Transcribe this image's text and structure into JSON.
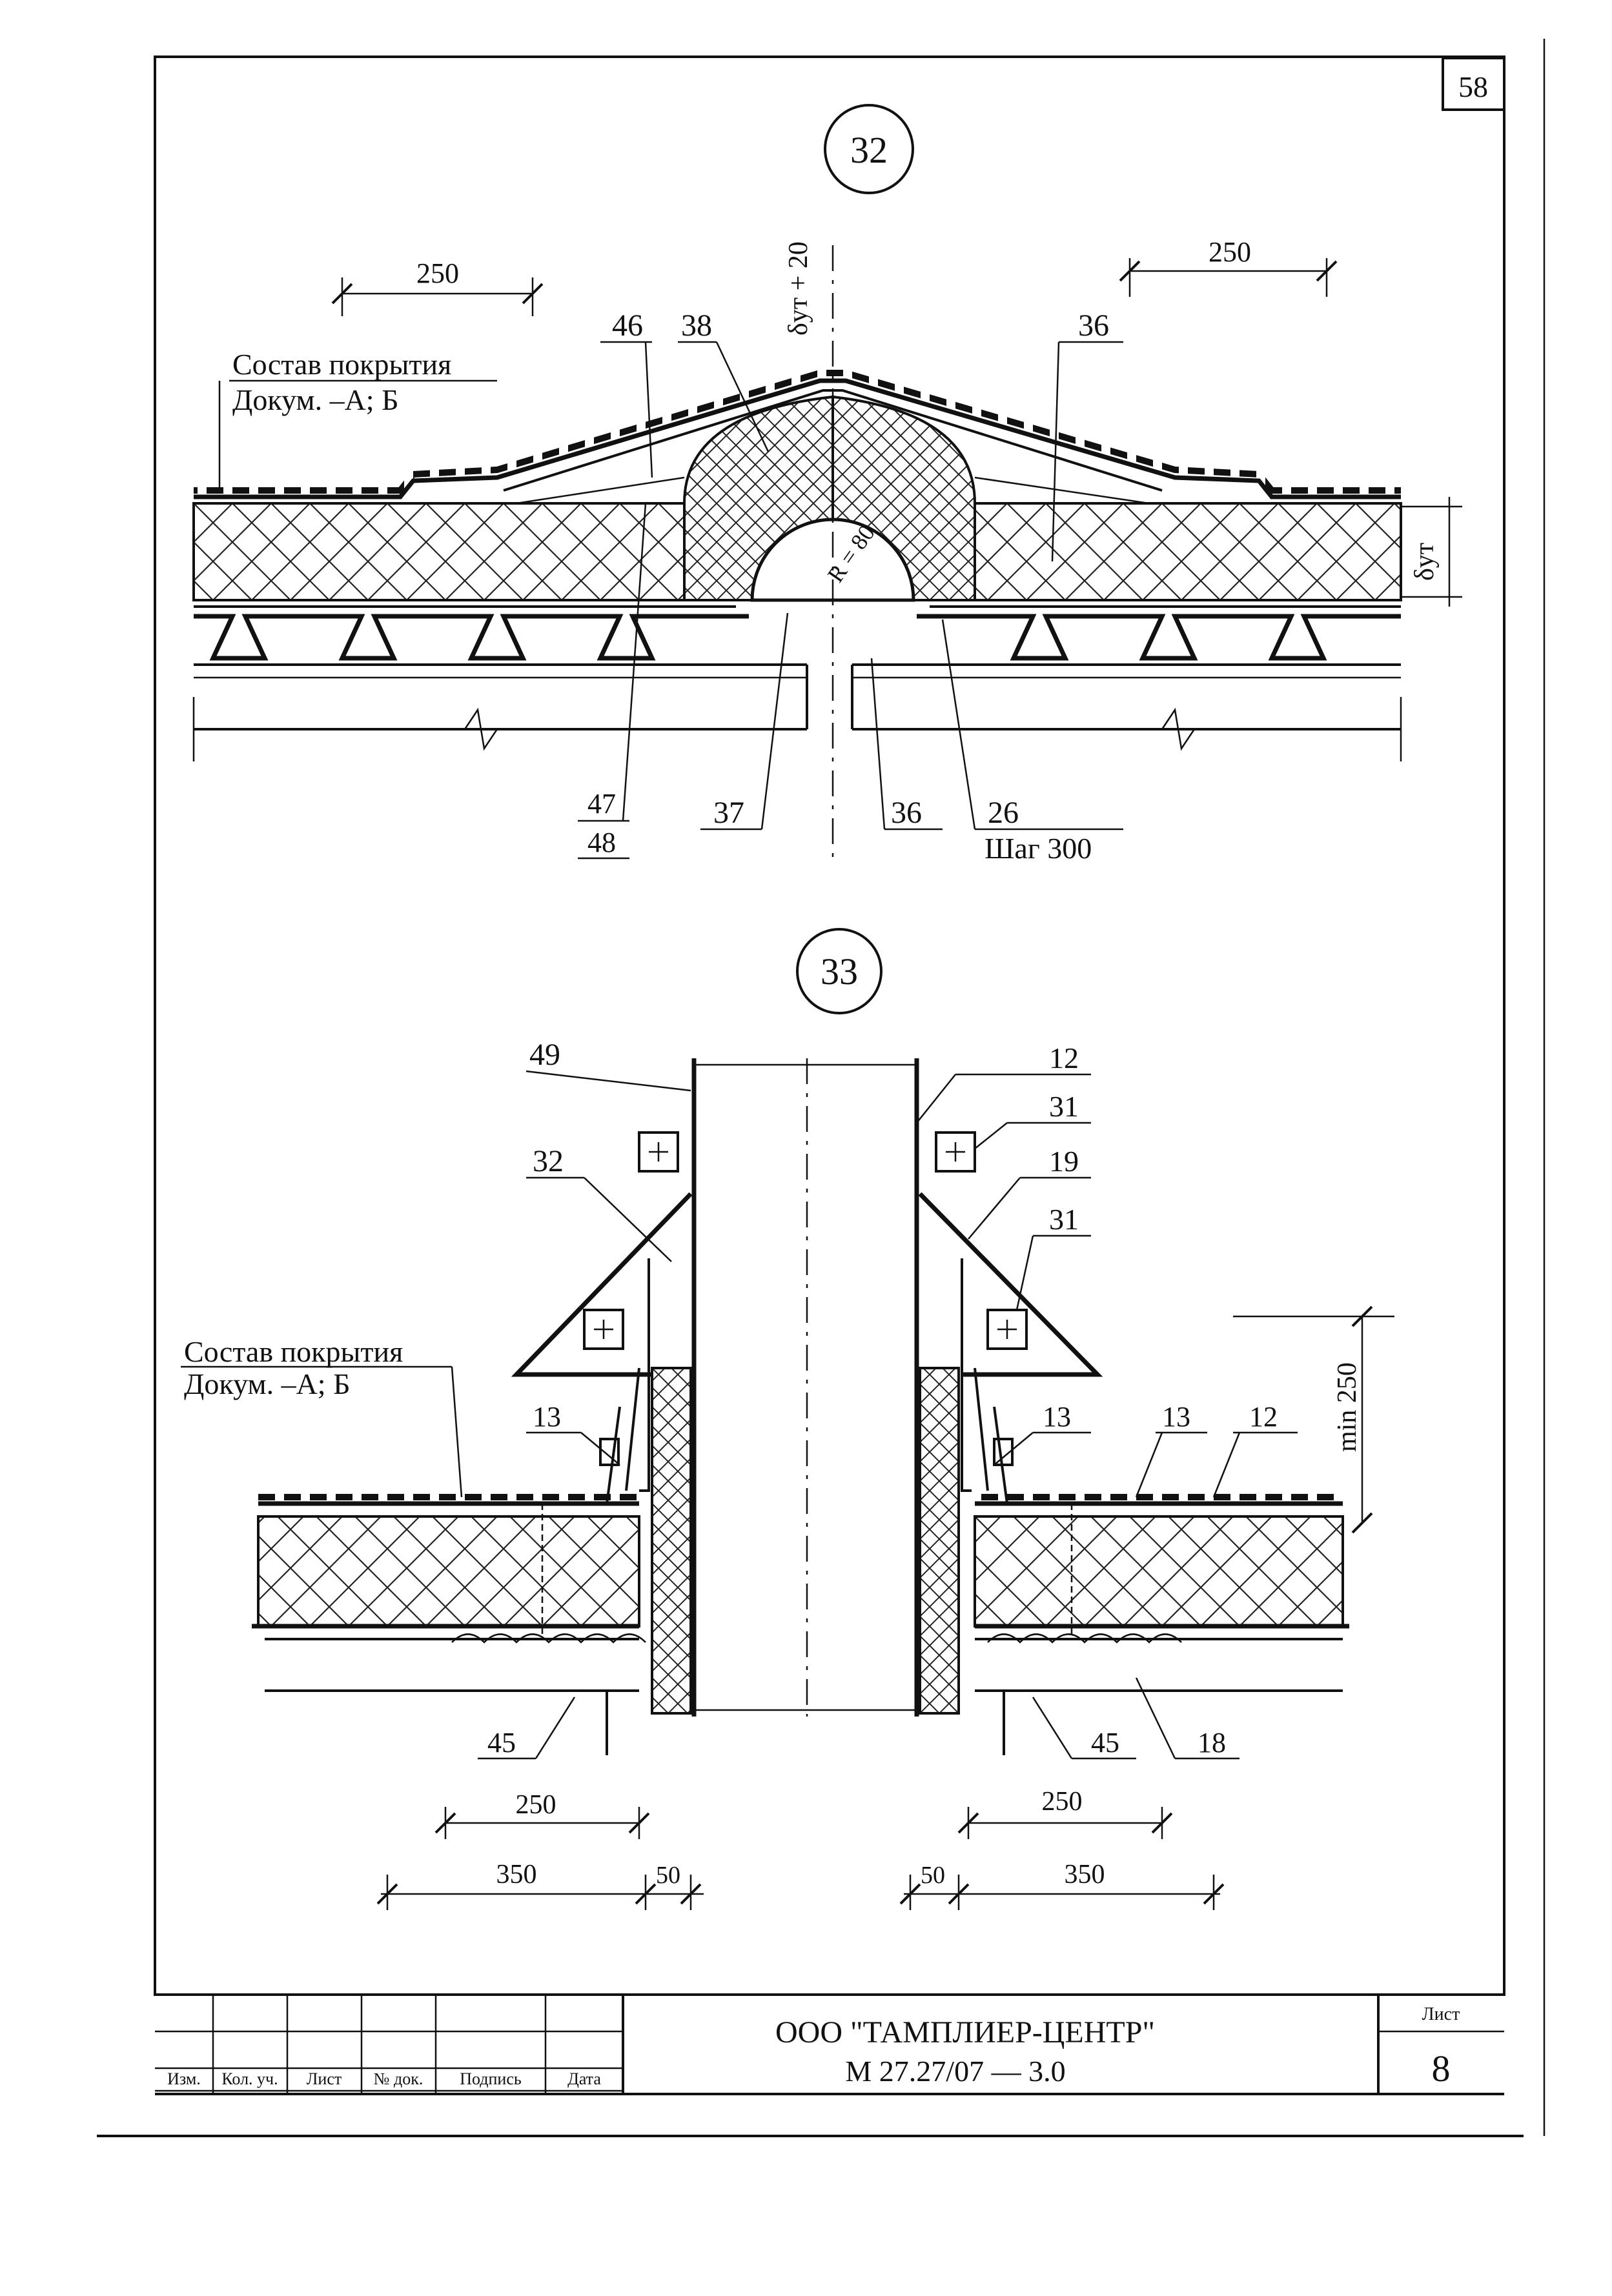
{
  "sheet_number": "58",
  "detail32": {
    "number": "32",
    "dim_left": "250",
    "dim_right": "250",
    "top_label": "δут + 20",
    "thickness_label": "δут",
    "radius_label": "R = 80",
    "covering_note_line1": "Состав покрытия",
    "covering_note_line2": "Докум. –А; Б",
    "callouts": {
      "c46": "46",
      "c38": "38",
      "c36_top": "36",
      "c47": "47",
      "c48": "48",
      "c37": "37",
      "c36_bottom": "36",
      "c26": "26"
    },
    "step_note": "Шаг 300"
  },
  "detail33": {
    "number": "33",
    "covering_note_line1": "Состав покрытия",
    "covering_note_line2": "Докум. –А; Б",
    "callouts": {
      "c49": "49",
      "c12_top": "12",
      "c31_top": "31",
      "c32": "32",
      "c19": "19",
      "c31_mid": "31",
      "c13_left": "13",
      "c13_right": "13",
      "c13_far": "13",
      "c12_right": "12",
      "c45_left": "45",
      "c45_right": "45",
      "c18": "18"
    },
    "min_label": "min 250",
    "dims": {
      "left_250": "250",
      "left_350": "350",
      "left_50": "50",
      "right_250": "250",
      "right_350": "350",
      "right_50": "50"
    }
  },
  "title_block": {
    "columns": [
      "Изм.",
      "Кол. уч.",
      "Лист",
      "№ док.",
      "Подпись",
      "Дата"
    ],
    "company": "ООО \"ТАМПЛИЕР-ЦЕНТР\"",
    "doc_code": "М 27.27/07 — 3.0",
    "sheet_label": "Лист",
    "sheet_value": "8"
  }
}
